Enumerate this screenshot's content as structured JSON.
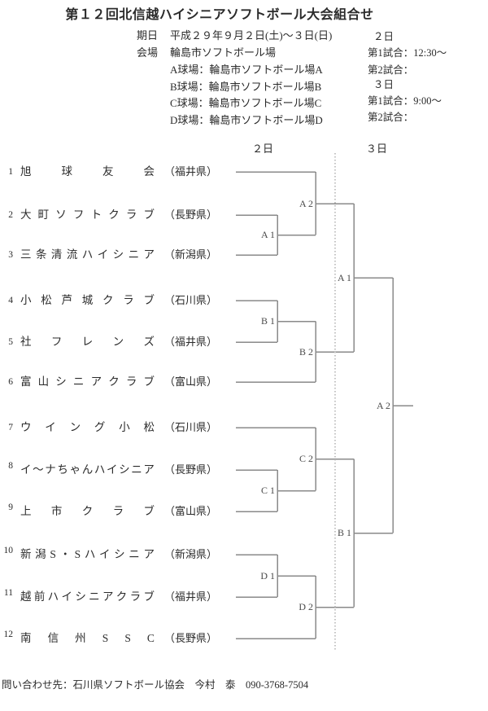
{
  "title": "第１２回北信越ハイシニアソフトボール大会組合せ",
  "info": {
    "date_label": "期日",
    "date_value": "平成２９年９月２日(土)～３日(日)",
    "venue_label": "会場",
    "venue_value": "輪島市ソフトボール場",
    "fields": [
      "A球場：輪島市ソフトボール場A",
      "B球場：輪島市ソフトボール場B",
      "C球場：輪島市ソフトボール場C",
      "D球場：輪島市ソフトボール場D"
    ],
    "schedule": {
      "day2_label": "２日",
      "day2_game1": "第1試合：12:30～",
      "day2_game2": "第2試合：",
      "day3_label": "３日",
      "day3_game1": "第1試合：9:00～",
      "day3_game2": "第2試合："
    }
  },
  "bracket": {
    "day2_header": "２日",
    "day3_header": "３日",
    "teams": [
      {
        "no": "1",
        "name": "旭球友会",
        "pref": "（福井県）"
      },
      {
        "no": "2",
        "name": "大町ソフトクラブ",
        "pref": "（長野県）"
      },
      {
        "no": "3",
        "name": "三条清流ハイシニア",
        "pref": "（新潟県）"
      },
      {
        "no": "4",
        "name": "小松芦城クラブ",
        "pref": "（石川県）"
      },
      {
        "no": "5",
        "name": "社フレンズ",
        "pref": "（福井県）"
      },
      {
        "no": "6",
        "name": "富山シニアクラブ",
        "pref": "（富山県）"
      },
      {
        "no": "7",
        "name": "ウイング小松",
        "pref": "（石川県）"
      },
      {
        "no": "8",
        "name": "イ～ナちゃんハイシニア",
        "pref": "（長野県）"
      },
      {
        "no": "9",
        "name": "上市クラブ",
        "pref": "（富山県）"
      },
      {
        "no": "10",
        "name": "新潟S・Sハイシニア",
        "pref": "（新潟県）"
      },
      {
        "no": "11",
        "name": "越前ハイシニアクラブ",
        "pref": "（福井県）"
      },
      {
        "no": "12",
        "name": "南信州SSC",
        "pref": "（長野県）"
      }
    ],
    "match_labels": {
      "a1": "A 1",
      "a2": "A 2",
      "b1": "B 1",
      "b2": "B 2",
      "c1": "C 1",
      "c2": "C 2",
      "d1": "D 1",
      "d2": "D 2",
      "sf1": "A 1",
      "sf2": "B 1",
      "final": "A 2"
    },
    "line_color": "#8a8a8a",
    "divider_color": "#c4c4c4"
  },
  "footer": {
    "contact": "問い合わせ先：石川県ソフトボール協会　今村　泰　090-3768-7504"
  }
}
